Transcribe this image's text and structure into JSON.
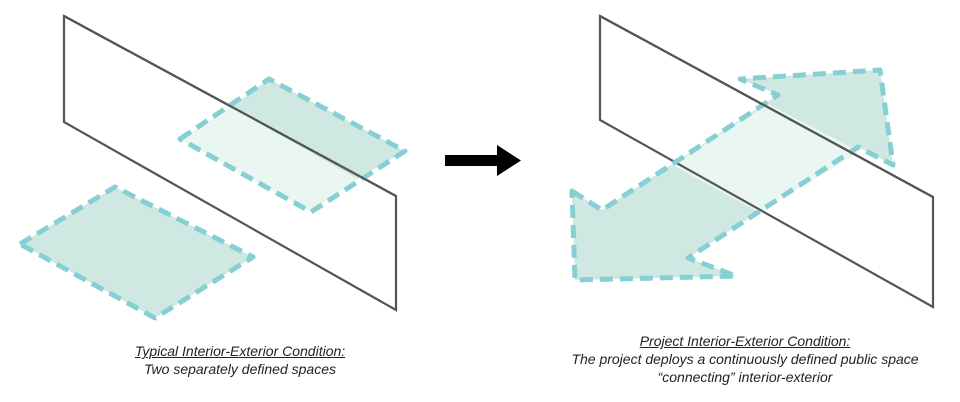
{
  "left_panel": {
    "heading": "Typical Interior-Exterior Condition:",
    "description": "Two separately defined spaces"
  },
  "right_panel": {
    "heading": "Project Interior-Exterior Condition:",
    "line1": "The project deploys a continuously defined public space",
    "line2": "“connecting” interior-exterior"
  },
  "colors": {
    "dashed_outline": "#86cfd4",
    "fill_outside": "#cfe9e2",
    "fill_inside": "#eaf6f2",
    "wall_line": "#555555",
    "arrow": "#000000"
  }
}
